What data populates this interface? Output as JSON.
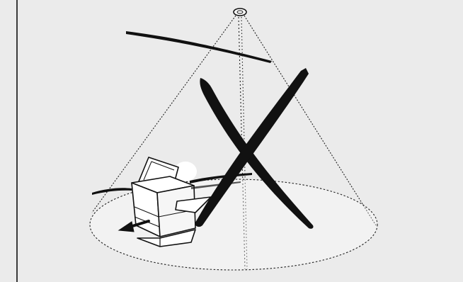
{
  "figure": {
    "kind": "installation-warning-illustration",
    "subject": "copier-under-ceiling-light-cone",
    "mark": "cross-out",
    "colors": {
      "background": "#ebebeb",
      "line": "#111111",
      "paper": "#ffffff",
      "rule": "#3a3a3a"
    }
  }
}
